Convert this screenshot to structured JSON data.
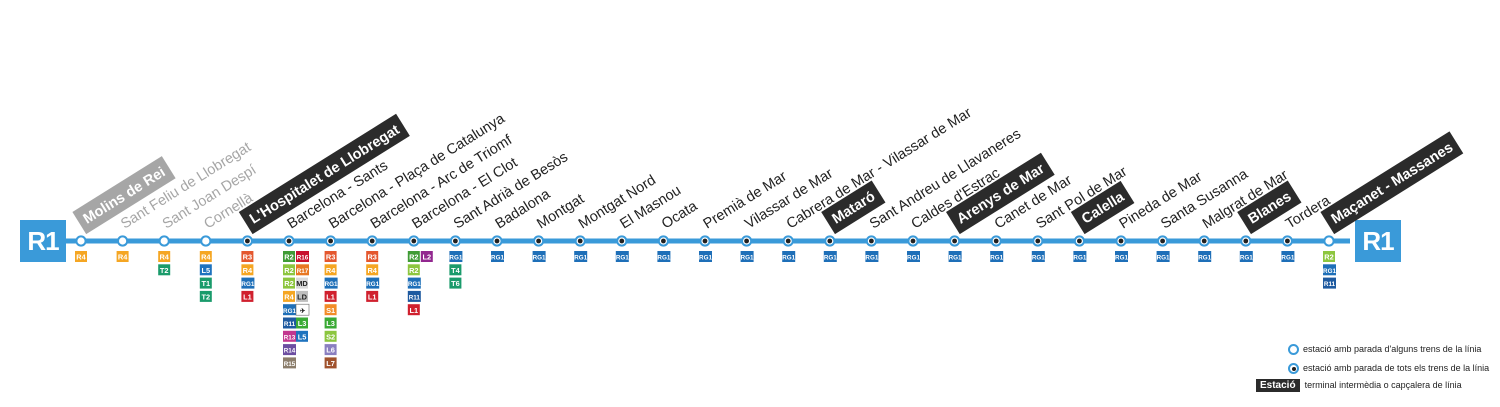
{
  "line": {
    "code": "R1",
    "color": "#3a9ad9",
    "stations": [
      {
        "name": "Molins de Rei",
        "style": "grey-box",
        "stop": "partial",
        "connections": [
          "R4"
        ]
      },
      {
        "name": "Sant Feliu de Llobregat",
        "style": "grey",
        "stop": "partial",
        "connections": [
          "R4"
        ]
      },
      {
        "name": "Sant Joan Despí",
        "style": "grey",
        "stop": "partial",
        "connections": [
          "R4",
          "T2"
        ]
      },
      {
        "name": "Cornellà",
        "style": "grey",
        "stop": "partial",
        "connections": [
          "R4",
          "L5",
          "T1",
          "T2"
        ]
      },
      {
        "name": "L'Hospitalet de Llobregat",
        "style": "box",
        "stop": "all",
        "connections": [
          "R3",
          "R4",
          "RG1",
          "L1"
        ]
      },
      {
        "name": "Barcelona - Sants",
        "style": "normal",
        "stop": "all",
        "connections": [
          "R2",
          "R2 Sud",
          "R2 Nord",
          "R4",
          "RG1",
          "R11",
          "R13",
          "R14",
          "R15",
          "R16",
          "R17",
          "MD",
          "LD",
          "AVE",
          "L3",
          "L5"
        ]
      },
      {
        "name": "Barcelona - Plaça de Catalunya",
        "style": "normal",
        "stop": "all",
        "connections": [
          "R3",
          "R4",
          "RG1",
          "L1",
          "S1",
          "L3",
          "S2",
          "L6",
          "L7"
        ]
      },
      {
        "name": "Barcelona - Arc de Triomf",
        "style": "normal",
        "stop": "all",
        "connections": [
          "R3",
          "R4",
          "RG1",
          "L1"
        ]
      },
      {
        "name": "Barcelona - El Clot",
        "style": "normal",
        "stop": "all",
        "connections": [
          "R2",
          "R2 Nord",
          "RG1",
          "R11",
          "L1",
          "L2"
        ]
      },
      {
        "name": "Sant Adrià de Besòs",
        "style": "normal",
        "stop": "all",
        "connections": [
          "RG1",
          "T4",
          "T6"
        ]
      },
      {
        "name": "Badalona",
        "style": "normal",
        "stop": "all",
        "connections": [
          "RG1"
        ]
      },
      {
        "name": "Montgat",
        "style": "normal",
        "stop": "all",
        "connections": [
          "RG1"
        ]
      },
      {
        "name": "Montgat Nord",
        "style": "normal",
        "stop": "all",
        "connections": [
          "RG1"
        ]
      },
      {
        "name": "El Masnou",
        "style": "normal",
        "stop": "all",
        "connections": [
          "RG1"
        ]
      },
      {
        "name": "Ocata",
        "style": "normal",
        "stop": "all",
        "connections": [
          "RG1"
        ]
      },
      {
        "name": "Premià de Mar",
        "style": "normal",
        "stop": "all",
        "connections": [
          "RG1"
        ]
      },
      {
        "name": "Vilassar de Mar",
        "style": "normal",
        "stop": "all",
        "connections": [
          "RG1"
        ]
      },
      {
        "name": "Cabrera de Mar - Vilassar de Mar",
        "style": "normal",
        "stop": "all",
        "connections": [
          "RG1"
        ]
      },
      {
        "name": "Mataró",
        "style": "box",
        "stop": "all",
        "connections": [
          "RG1"
        ]
      },
      {
        "name": "Sant Andreu de Llavaneres",
        "style": "normal",
        "stop": "all",
        "connections": [
          "RG1"
        ]
      },
      {
        "name": "Caldes d'Estrac",
        "style": "normal",
        "stop": "all",
        "connections": [
          "RG1"
        ]
      },
      {
        "name": "Arenys de Mar",
        "style": "box",
        "stop": "all",
        "connections": [
          "RG1"
        ]
      },
      {
        "name": "Canet de Mar",
        "style": "normal",
        "stop": "all",
        "connections": [
          "RG1"
        ]
      },
      {
        "name": "Sant Pol de Mar",
        "style": "normal",
        "stop": "all",
        "connections": [
          "RG1"
        ]
      },
      {
        "name": "Calella",
        "style": "box",
        "stop": "all",
        "connections": [
          "RG1"
        ]
      },
      {
        "name": "Pineda de Mar",
        "style": "normal",
        "stop": "all",
        "connections": [
          "RG1"
        ]
      },
      {
        "name": "Santa Susanna",
        "style": "normal",
        "stop": "all",
        "connections": [
          "RG1"
        ]
      },
      {
        "name": "Malgrat de Mar",
        "style": "normal",
        "stop": "all",
        "connections": [
          "RG1"
        ]
      },
      {
        "name": "Blanes",
        "style": "box",
        "stop": "all",
        "connections": [
          "RG1"
        ]
      },
      {
        "name": "Tordera",
        "style": "normal",
        "stop": "all",
        "connections": [
          "RG1"
        ]
      },
      {
        "name": "Maçanet - Massanes",
        "style": "box",
        "stop": "partial",
        "connections": [
          "R2 Nord",
          "RG1",
          "R11"
        ]
      }
    ]
  },
  "badge_colors": {
    "R1": "#3a9ad9",
    "R2": "#3f9b35",
    "R2 Sud": "#8dc63f",
    "R2 Nord": "#8dc63f",
    "R3": "#e4572e",
    "R4": "#f5a623",
    "RG1": "#1e6fb8",
    "R11": "#1e5aa0",
    "R13": "#c2378f",
    "R14": "#6c4ea1",
    "R15": "#8b7d6b",
    "R16": "#c8102e",
    "R17": "#e87722",
    "MD": "#d9d9d9",
    "LD": "#bfbfbf",
    "AVE": "#ffffff",
    "T1": "#1a9b6b",
    "T2": "#1a9b6b",
    "T4": "#1a9b6b",
    "T6": "#1a9b6b",
    "L1": "#d0202e",
    "L2": "#92278f",
    "L3": "#3aaa35",
    "L5": "#1e73be",
    "L6": "#8a7fc0",
    "L7": "#a0522d",
    "S1": "#f28c28",
    "S2": "#8cc63f"
  },
  "badge_text_colors": {
    "MD": "#222222",
    "LD": "#222222",
    "AVE": "#222222"
  },
  "legend": {
    "partial": "estació amb parada d'alguns trens de la línia",
    "all": "estació amb parada de tots els trens de la línia",
    "terminal_word": "Estació",
    "terminal": "terminal intermèdia o capçalera de línia"
  }
}
